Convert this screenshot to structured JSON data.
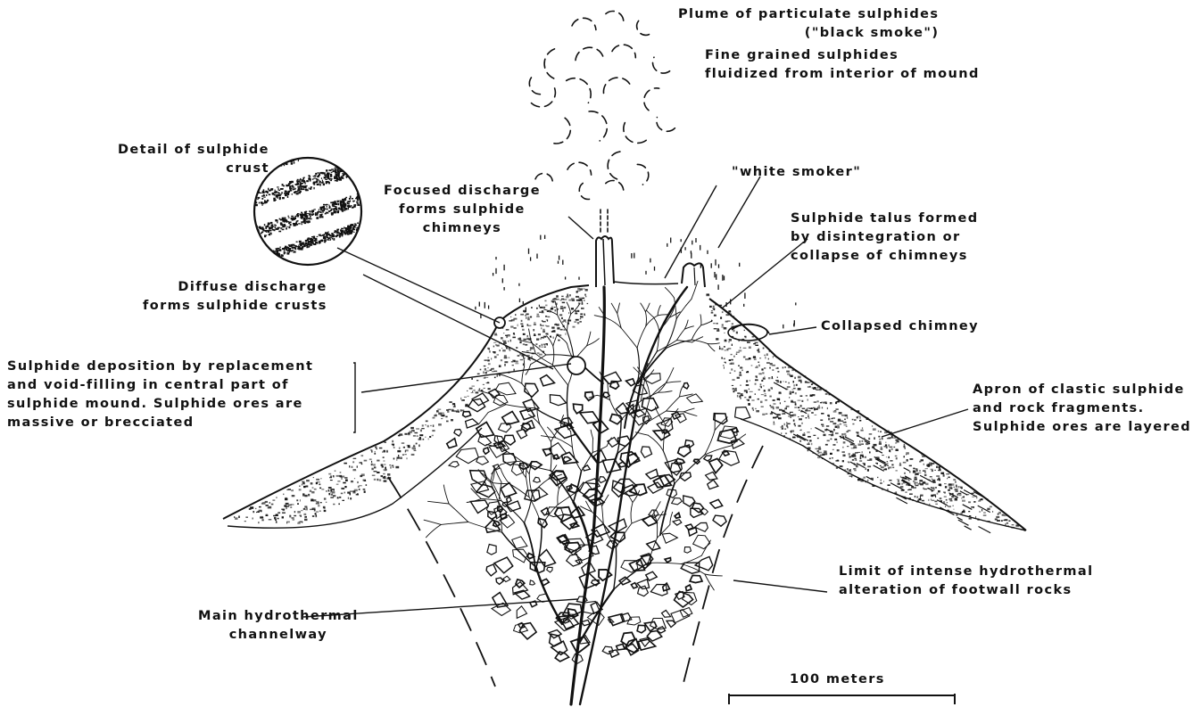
{
  "diagram": {
    "labels": {
      "plume": [
        "Plume of particulate sulphides",
        "(\"black smoke\")"
      ],
      "fine_grained": [
        "Fine grained sulphides",
        "fluidized from interior of mound"
      ],
      "crust_detail": [
        "Detail of sulphide",
        "crust"
      ],
      "white_smoker": [
        "\"white smoker\""
      ],
      "focused": [
        "Focused discharge",
        "forms sulphide",
        "chimneys"
      ],
      "talus": [
        "Sulphide talus formed",
        "by disintegration or",
        "collapse of chimneys"
      ],
      "diffuse": [
        "Diffuse discharge",
        "forms sulphide crusts"
      ],
      "collapsed": [
        "Collapsed chimney"
      ],
      "deposition": [
        "Sulphide deposition by replacement",
        "and void-filling in central part of",
        "sulphide mound. Sulphide ores are",
        "massive or brecciated"
      ],
      "apron": [
        "Apron of clastic sulphide",
        "and rock fragments.",
        "Sulphide ores are layered"
      ],
      "limit": [
        "Limit of intense hydrothermal",
        "alteration of footwall rocks"
      ],
      "channelway": [
        "Main hydrothermal",
        "channelway"
      ]
    },
    "scale_bar": "100 meters"
  }
}
